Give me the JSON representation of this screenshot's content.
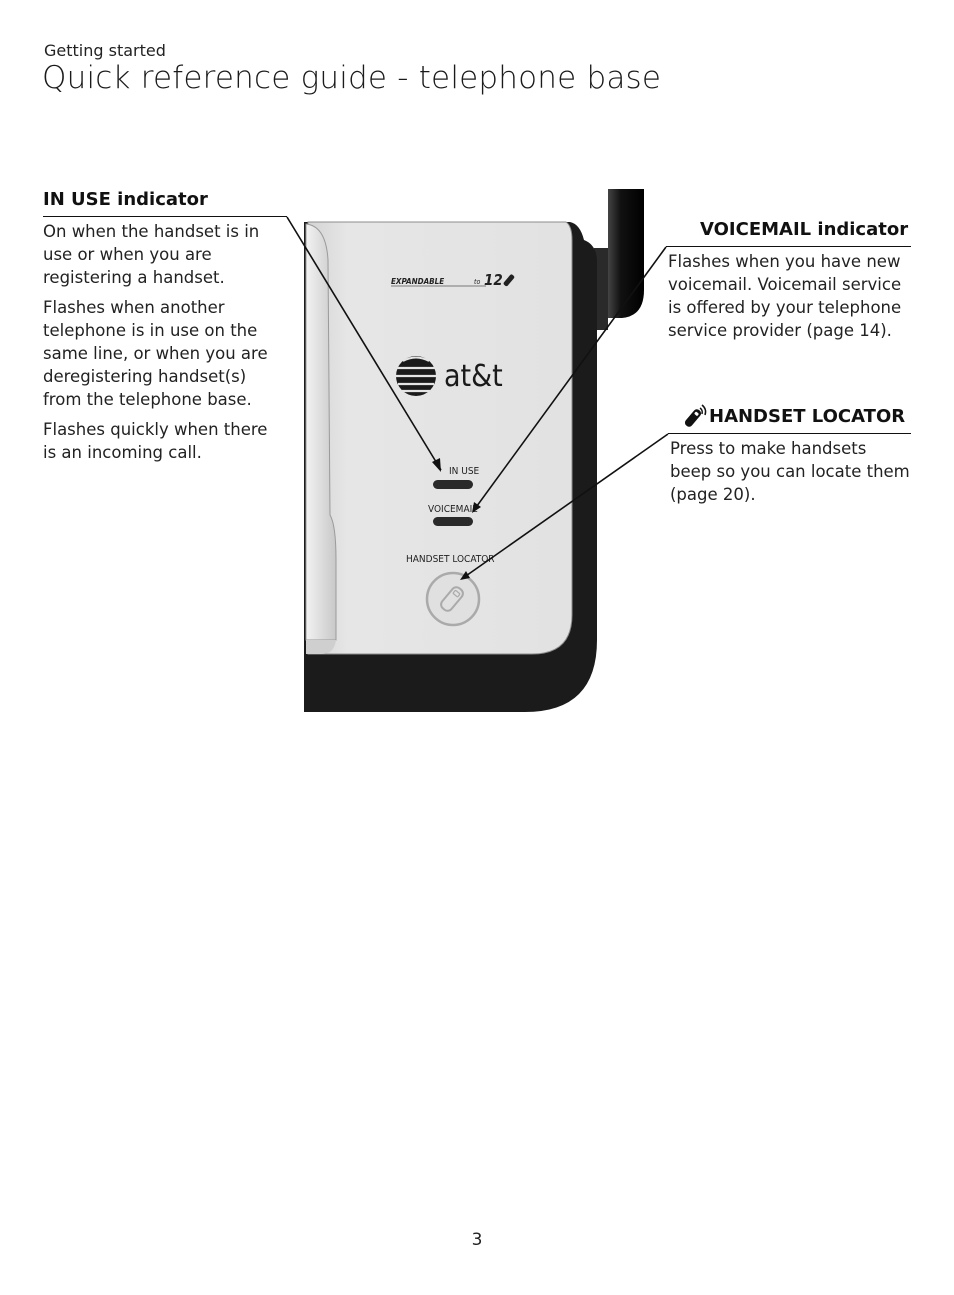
{
  "header": {
    "section": "Getting started",
    "title": "Quick reference guide - telephone base"
  },
  "in_use": {
    "title": "IN USE indicator",
    "paragraphs": [
      "On when the handset is in use or when you are registering a handset.",
      "Flashes when another telephone is in use on the same line, or when you are deregistering handset(s) from the telephone base.",
      "Flashes quickly when there is an incoming call."
    ]
  },
  "voicemail": {
    "title": "VOICEMAIL indicator",
    "text": "Flashes when you have new voicemail. Voicemail service is offered by your telephone service provider (page 14)."
  },
  "locator": {
    "title": "HANDSET LOCATOR",
    "text": "Press to make handsets beep so you can locate them (page 20)."
  },
  "device": {
    "brand": "at&t",
    "expandable": "EXPANDABLE",
    "expandable_to": "to",
    "expandable_num": "12",
    "in_use_label": "IN USE",
    "voicemail_label": "VOICEMAIL",
    "locator_label": "HANDSET LOCATOR"
  },
  "footer": {
    "page_number": "3"
  }
}
